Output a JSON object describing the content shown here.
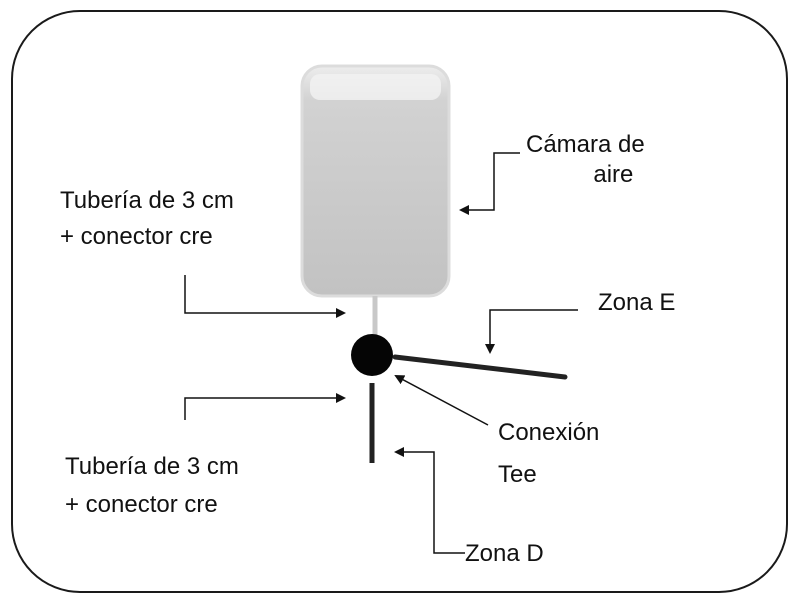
{
  "colors": {
    "frame": "#1a1a1a",
    "tube": "#222222",
    "joint": "#050505",
    "chamber_light": "#ededed",
    "chamber_mid": "#d2d2d2",
    "chamber_dark": "#c2c2c2",
    "thin_tube": "#c8c8c8"
  },
  "labels": {
    "air_chamber": [
      "Cámara de",
      "aire"
    ],
    "upper_tubing": [
      "Tubería de 3 cm",
      "+ conector cre"
    ],
    "zone_e": "Zona E",
    "tee_connection": [
      "Conexión",
      "Tee"
    ],
    "lower_tubing": [
      "Tubería de 3 cm",
      "+ conector cre"
    ],
    "zone_d": "Zona D"
  }
}
